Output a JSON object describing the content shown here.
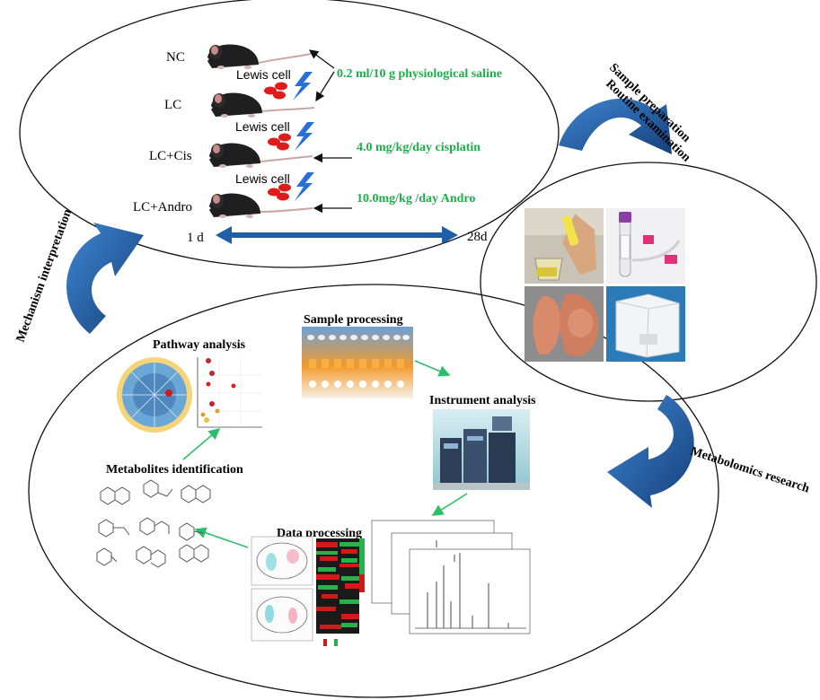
{
  "groups": {
    "nc": "NC",
    "lc": "LC",
    "lc_cis": "LC+Cis",
    "lc_andro": "LC+Andro"
  },
  "cells_label": "Lewis cell",
  "treatments": {
    "saline": "0.2 ml/10 g physiological saline",
    "cisplatin": "4.0 mg/kg/day cisplatin",
    "andro": "10.0mg/kg /day Andro"
  },
  "timeline": {
    "start": "1 d",
    "end": "28d"
  },
  "cycle": {
    "sample_prep_line1": "Sample preparation",
    "sample_prep_line2": "Routine examination",
    "metabolomics": "Metabolomics research",
    "mechanism": "Mechanism interpretation"
  },
  "workflow": {
    "sample_processing": "Sample processing",
    "instrument_analysis": "Instrument analysis",
    "data_processing": "Data processing",
    "metabolites_identification": "Metabolites identification",
    "pathway_analysis": "Pathway analysis"
  },
  "colors": {
    "treatment_text": "#1fae4b",
    "cycle_arrow": "#1f5fa8",
    "cell_red": "#e01b1b",
    "lightning": "#2a6fd6",
    "workflow_arrow": "#2bbf6a"
  }
}
